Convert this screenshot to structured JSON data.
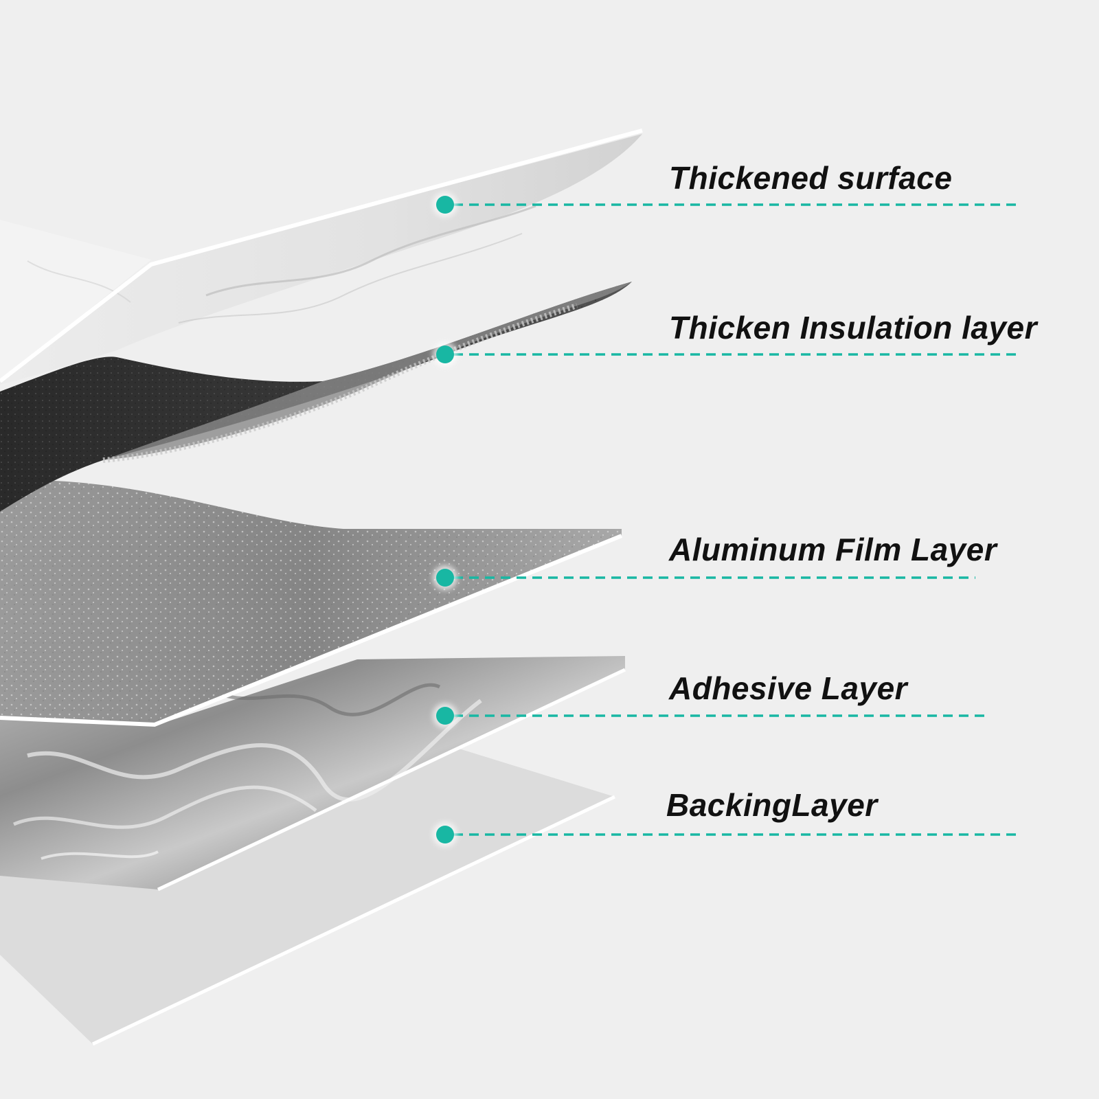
{
  "accent_color": "#18b7a3",
  "labels": [
    {
      "id": "thickened-surface",
      "text": "Thickened surface"
    },
    {
      "id": "insulation",
      "text": "Thicken Insulation layer"
    },
    {
      "id": "aluminum",
      "text": "Aluminum Film Layer"
    },
    {
      "id": "adhesive",
      "text": "Adhesive Layer"
    },
    {
      "id": "backing",
      "text": "BackingLayer"
    }
  ]
}
